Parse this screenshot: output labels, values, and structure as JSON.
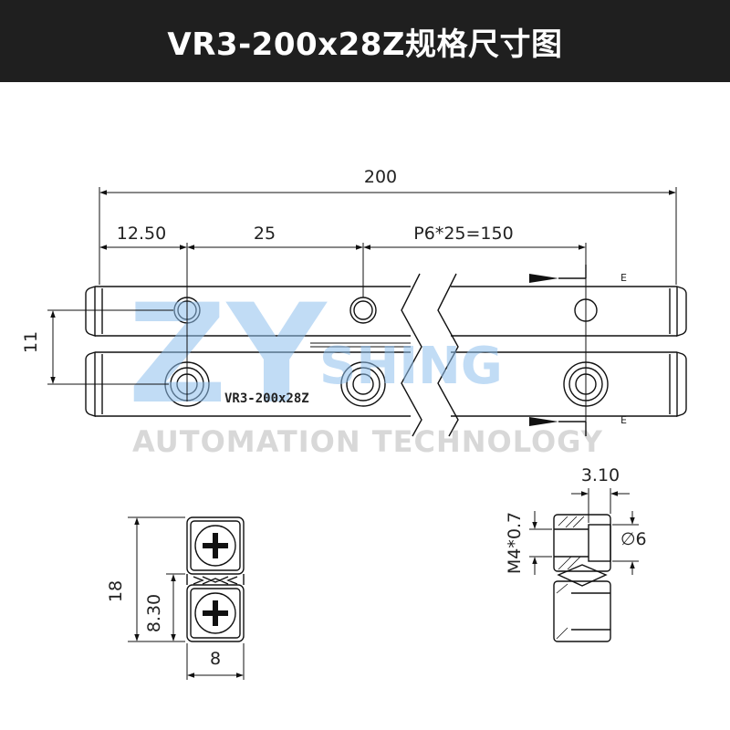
{
  "header": {
    "title": "VR3-200x28Z规格尺寸图"
  },
  "dimensions": {
    "total_length": "200",
    "first_hole_offset": "12.50",
    "hole_pitch": "25",
    "pitch_spec": "P6*25=150",
    "rail_height": "11",
    "assembly_height": "18",
    "rail_half_height": "8.30",
    "rail_width": "8",
    "counterbore_depth": "3.10",
    "thread_spec": "M4*0.7",
    "bore_diameter": "∅6",
    "section_label_top": "E",
    "section_label_bottom": "E"
  },
  "part_marking": "VR3-200x28Z",
  "watermark": {
    "logo_letters": "ZY",
    "brand": "SHING",
    "tagline": "AUTOMATION TECHNOLOGY"
  }
}
